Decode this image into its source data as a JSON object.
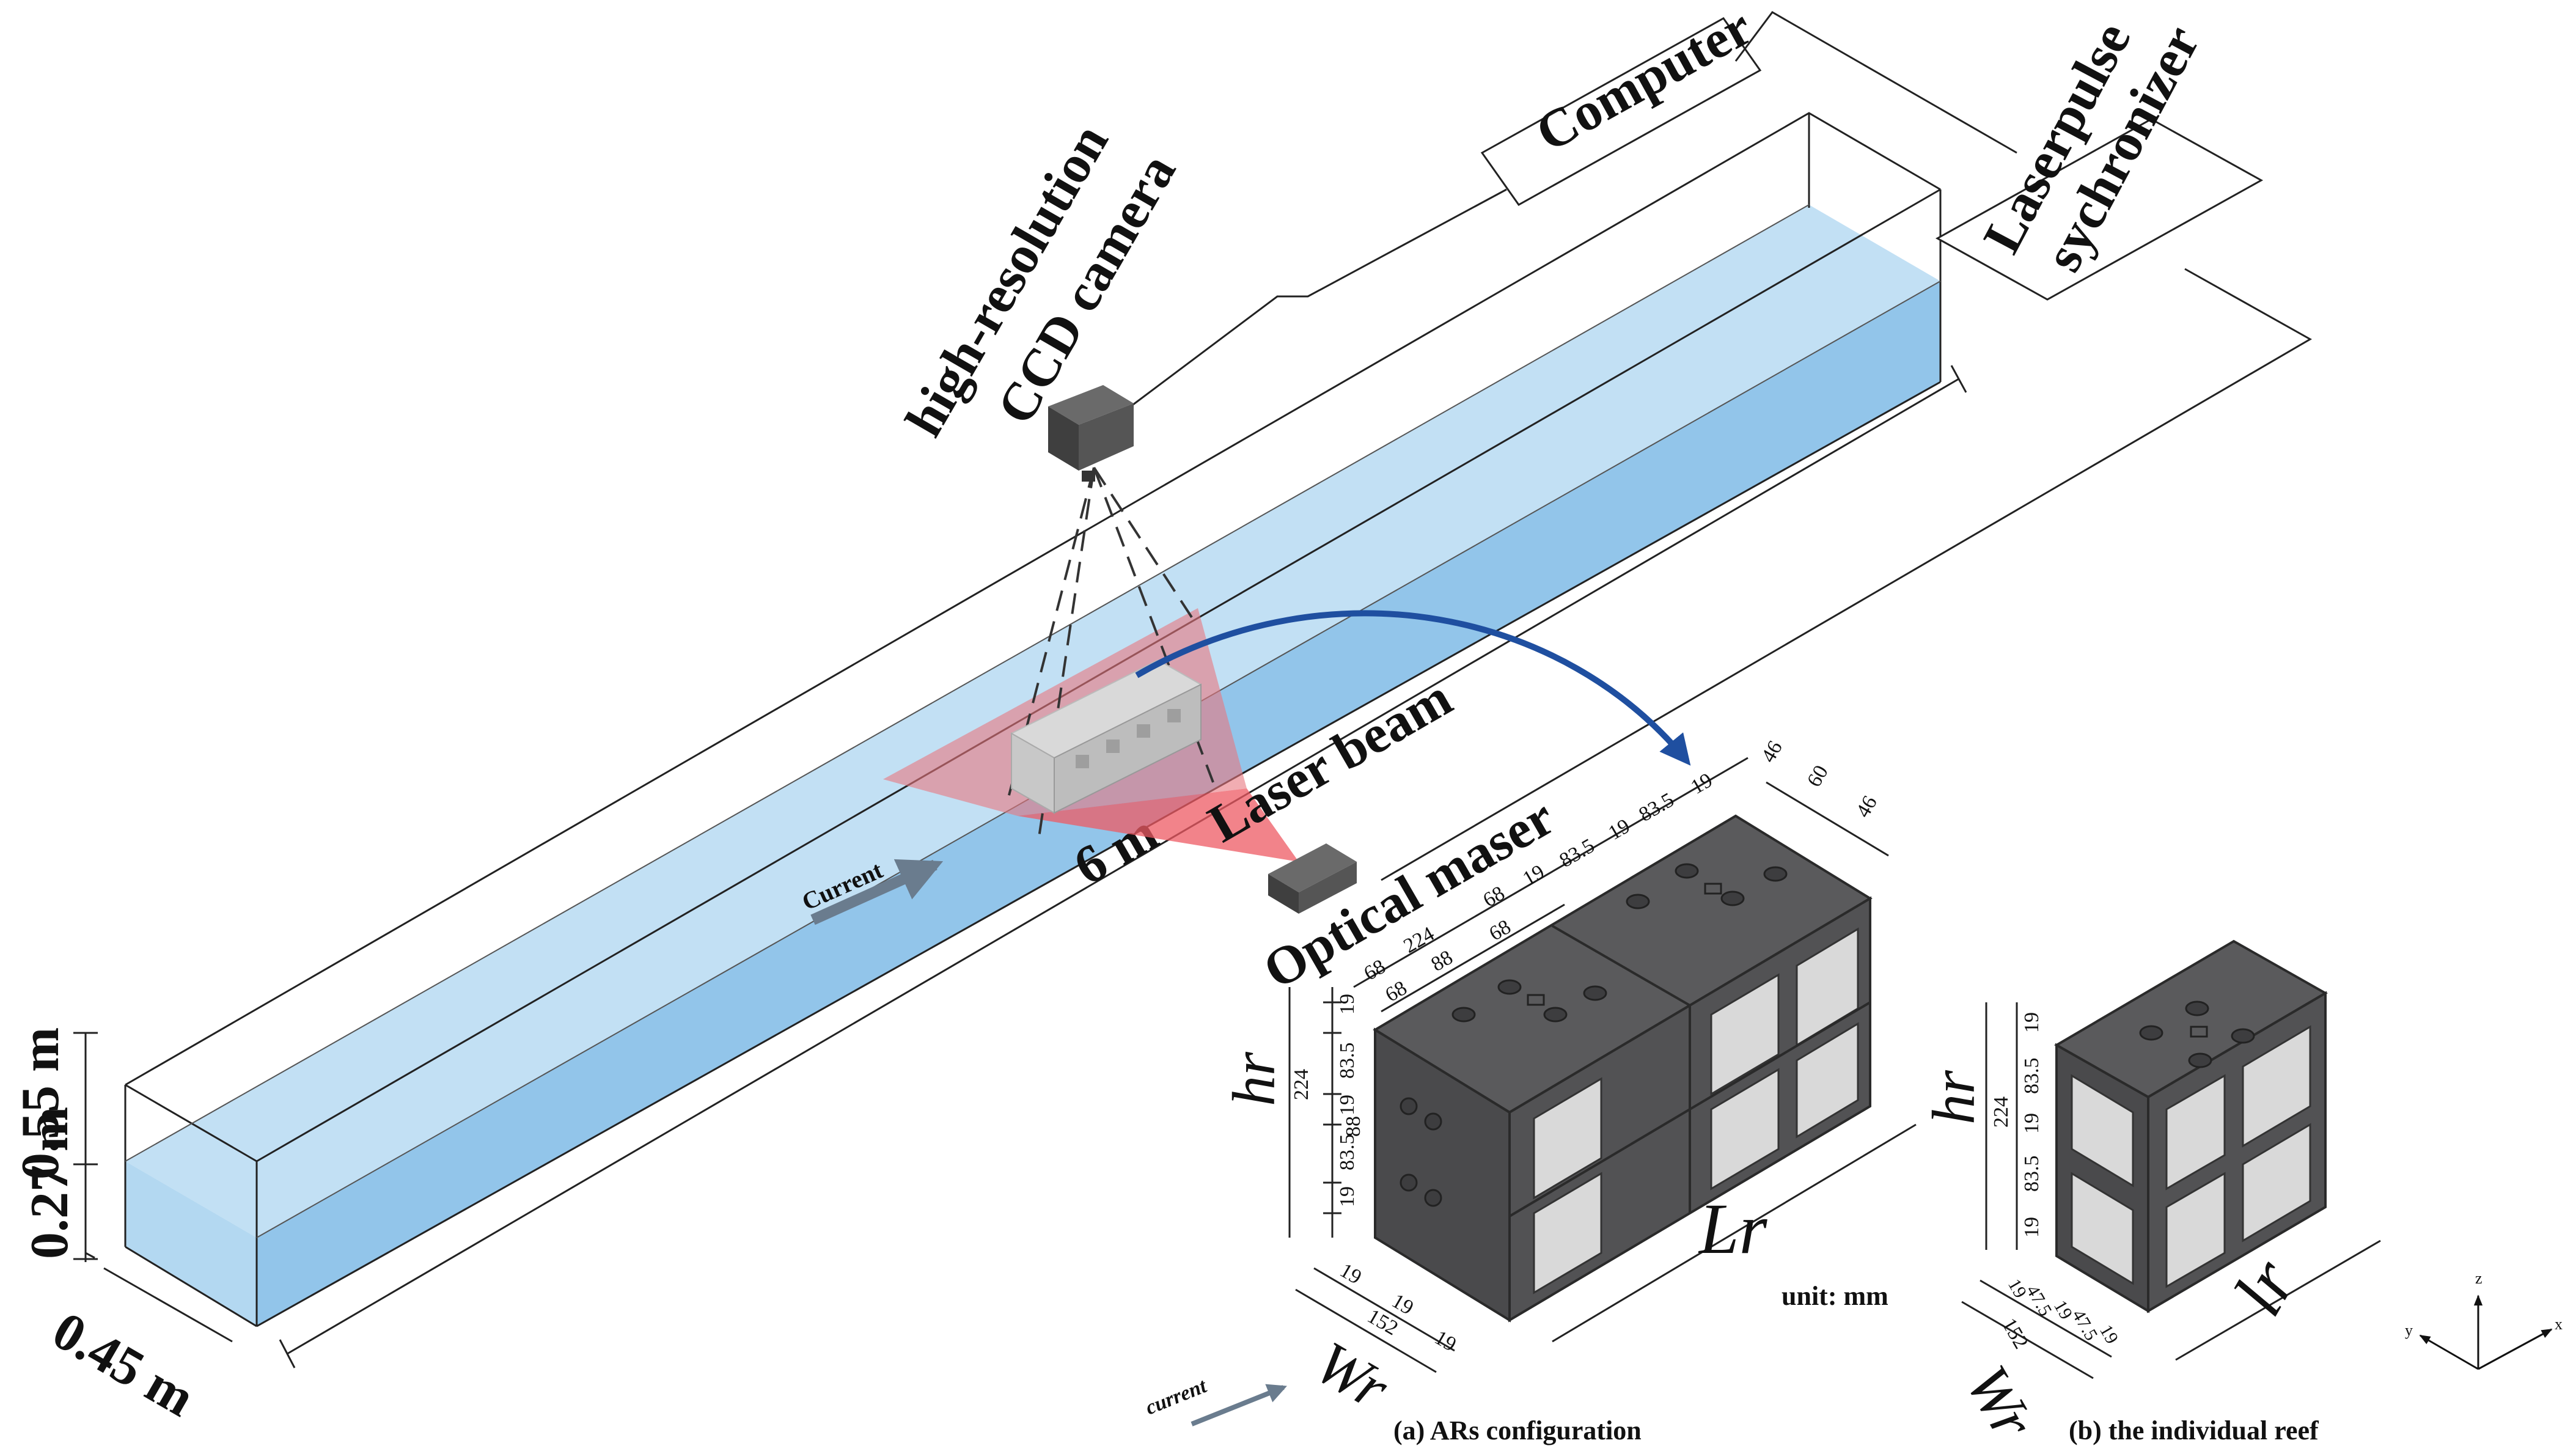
{
  "labels": {
    "computer": "Computer",
    "synchronizer_line1": "Laserpulse",
    "synchronizer_line2": "sychronizer",
    "camera_line1": "high-resolution",
    "camera_line2": "CCD camera",
    "laser_beam": "Laser beam",
    "optical_maser": "Optical maser",
    "flume_length": "6 m",
    "current_flume": "Current",
    "height_flume": "0.55 m",
    "water_depth": "0.27 m",
    "width_flume": "0.45 m",
    "current_reef": "current",
    "unit": "unit: mm",
    "caption_a": "(a) ARs configuration",
    "caption_b": "(b) the individual reef",
    "axis_z": "z",
    "axis_y": "y",
    "axis_x": "x"
  },
  "symbols": {
    "Lr": "Lr",
    "hr_a": "hr",
    "Wr_a": "Wr",
    "hr_b": "hr",
    "Wr_b": "Wr",
    "lr": "lr"
  },
  "dims_a": {
    "top_row": [
      "68",
      "224",
      "68",
      "19",
      "83.5",
      "19",
      "83.5",
      "19"
    ],
    "top_row_sub": [
      "68",
      "88",
      "68"
    ],
    "right_row": [
      "46",
      "60",
      "46"
    ],
    "height_col": [
      "19",
      "83.5",
      "19",
      "83.5",
      "19"
    ],
    "height_total": "224",
    "height_inner": "88",
    "width_row": [
      "19",
      "19",
      "152",
      "19"
    ]
  },
  "dims_b": {
    "height_col": [
      "19",
      "83.5",
      "19",
      "83.5",
      "19"
    ],
    "height_total": "224",
    "width_row": [
      "19",
      "47.5",
      "19",
      "47.5",
      "19"
    ],
    "width_total": "152"
  },
  "colors": {
    "water": "#9ccbea",
    "water_dark": "#6aaedd",
    "laser_sheet": "#e8767f",
    "reef": "#4a4a4c",
    "reef_top": "#5a5a5c",
    "arrow": "#1f4fa0"
  }
}
